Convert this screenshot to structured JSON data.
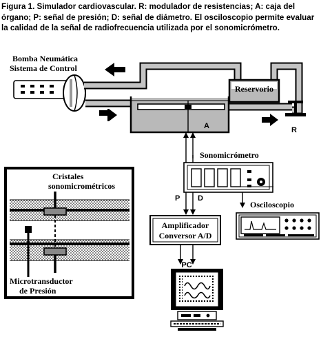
{
  "figure": {
    "caption": "Figura 1. Simulador cardiovascular. R: modulador de resistencias; A: caja del órgano; P: señal de presión; D: señal de diámetro. El osciloscopio permite evaluar la calidad de la señal de radiofrecuencia utilizada por el sonomicrómetro."
  },
  "labels": {
    "pump_line1": "Bomba Neumática",
    "pump_line2": "Sistema de Control",
    "reservoir": "Reservorio",
    "box_a": "A",
    "resistance_r": "R",
    "sonomicrometer": "Sonomicrómetro",
    "signal_p": "P",
    "signal_d": "D",
    "oscilloscope": "Osciloscopio",
    "amp_line1": "Amplificador",
    "amp_line2": "Conversor A/D",
    "pc": "PC",
    "crystals_line1": "Cristales",
    "crystals_line2": "sonomicrométricos",
    "transducer_line1": "Microtransductor",
    "transducer_line2": "de Presión"
  },
  "colors": {
    "ink": "#000000",
    "water": "#b9b9b9",
    "paper": "#ffffff",
    "wall_dots": "#000000"
  }
}
